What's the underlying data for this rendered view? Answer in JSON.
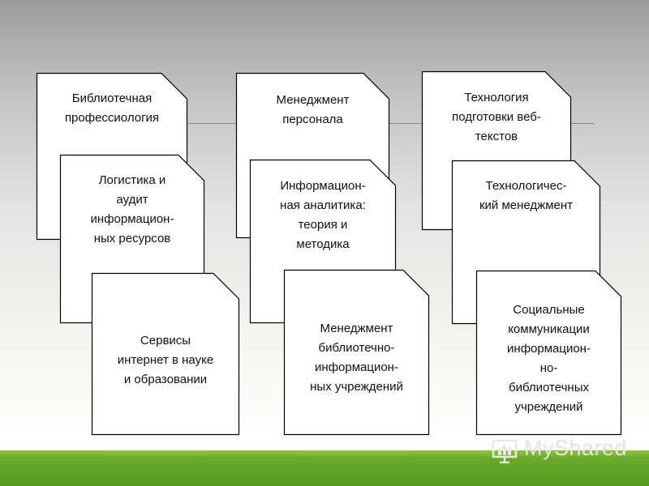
{
  "cards": [
    {
      "lines": [
        "Библиотечная",
        "профессиология"
      ]
    },
    {
      "lines": [
        "Логистика и",
        "аудит",
        "информацион-",
        "ных ресурсов"
      ]
    },
    {
      "lines": [
        "Сервисы",
        "интернет в науке",
        "и образовании"
      ]
    },
    {
      "lines": [
        "Менеджмент",
        "персонала"
      ]
    },
    {
      "lines": [
        "Информацион-",
        "ная аналитика:",
        "теория и",
        "методика"
      ]
    },
    {
      "lines": [
        "Менеджмент",
        "библиотечно-",
        "информацион-",
        "ных учреждений"
      ]
    },
    {
      "lines": [
        "Технология",
        "подготовки веб-",
        "текстов"
      ]
    },
    {
      "lines": [
        "Технологичес-",
        "кий менеджмент"
      ]
    },
    {
      "lines": [
        "Социальные",
        "коммуникации",
        "информацион-",
        "но-",
        "библиотечных",
        "учреждений"
      ]
    }
  ],
  "watermark": {
    "brand": "MyShared",
    "icon": "myshared-logo-icon"
  },
  "colors": {
    "card_fill": "#ffffff",
    "card_stroke": "#000000",
    "bottom_bar": "#6aaa2a"
  }
}
